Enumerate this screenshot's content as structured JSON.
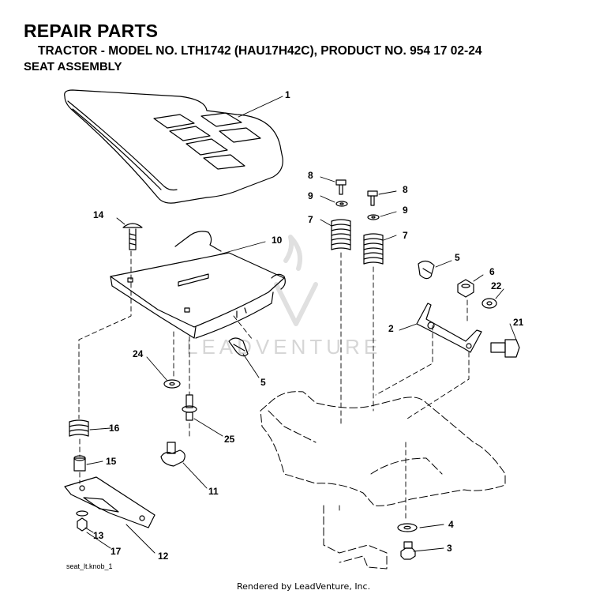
{
  "header": {
    "title": "REPAIR PARTS",
    "subtitle": "TRACTOR - MODEL NO. LTH1742 (HAU17H42C), PRODUCT NO. 954 17 02-24",
    "section": "SEAT ASSEMBLY"
  },
  "callouts": {
    "c1": "1",
    "c2": "2",
    "c3": "3",
    "c4": "4",
    "c5a": "5",
    "c5b": "5",
    "c6": "6",
    "c7a": "7",
    "c7b": "7",
    "c8a": "8",
    "c8b": "8",
    "c9a": "9",
    "c9b": "9",
    "c10": "10",
    "c11": "11",
    "c12": "12",
    "c13": "13",
    "c14": "14",
    "c15": "15",
    "c16": "16",
    "c17": "17",
    "c21": "21",
    "c22": "22",
    "c24": "24",
    "c25": "25"
  },
  "footer": {
    "file_code": "seat_lt.knob_1",
    "rendered_by": "Rendered by LeadVenture, Inc."
  },
  "watermark": {
    "text": "LEADVENTURE",
    "icon": "leadventure-logo-icon"
  }
}
